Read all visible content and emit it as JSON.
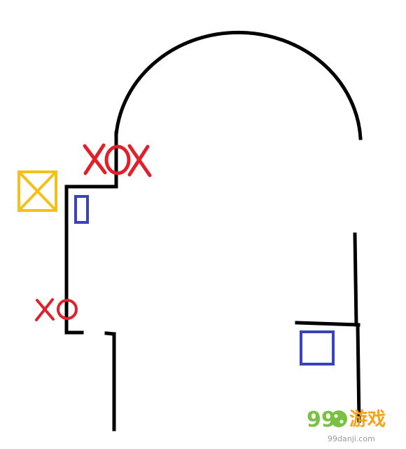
{
  "colors": {
    "background": "#ffffff",
    "wall": "#000000",
    "enemy_marker": "#e0202a",
    "blue_marker": "#3a44b8",
    "yellow_box": "#f4c01a",
    "watermark_green": "#7ac143",
    "watermark_orange": "#f5a21c",
    "watermark_gray": "#9a9a9a"
  },
  "legend": [
    {
      "icon": "red-x-marker-icon",
      "meaning": ""
    },
    {
      "icon": "red-o-marker-icon",
      "meaning": ""
    },
    {
      "icon": "blue-rectangle-marker-icon",
      "meaning": ""
    },
    {
      "icon": "yellow-crossed-box-icon",
      "meaning": ""
    }
  ],
  "watermark": {
    "digits": "99",
    "name": "游戏",
    "url": "99danji.com"
  }
}
